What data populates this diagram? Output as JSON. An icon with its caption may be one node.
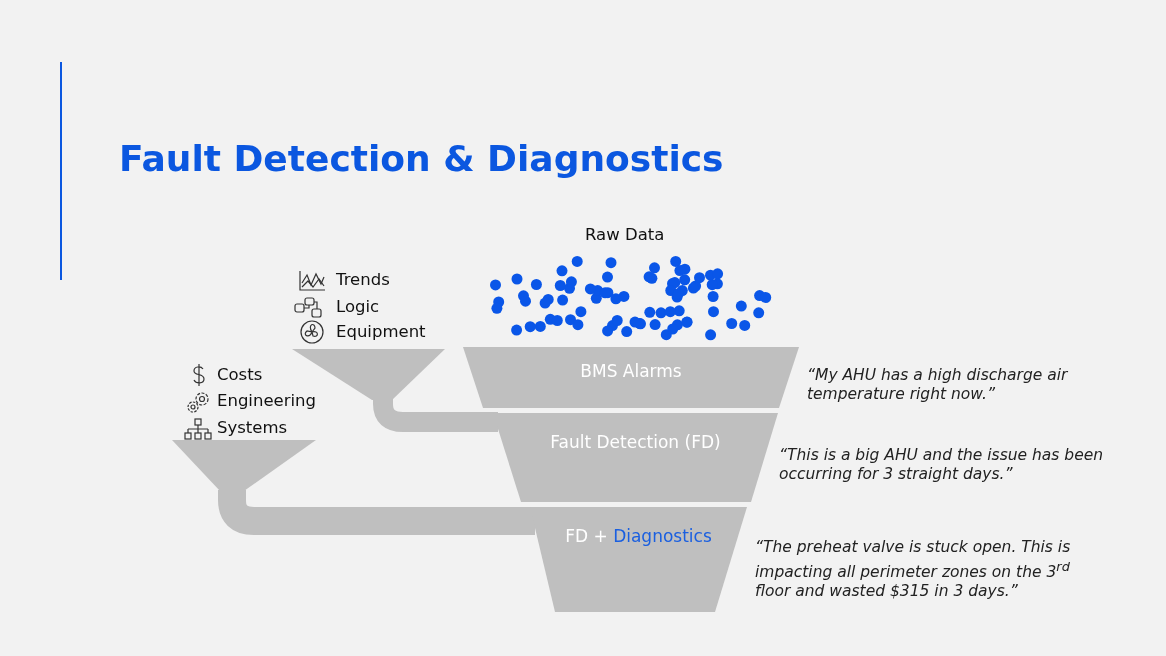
{
  "diagram": {
    "title": "Fault Detection & Diagnostics",
    "nodes": [
      {
        "text": [
          "BMS Alarms"
        ],
        "beside": [
          "“My AHU has a high discharge air temperature right now.”"
        ]
      },
      {
        "text": [
          "Fault Detection (FD)"
        ],
        "beside": [
          "“This is a big AHU and the issue has been occurring for 3 straight days.”"
        ]
      },
      {
        "text": [
          "FD +",
          "Diagnostics"
        ],
        "beside": [
          "“The preheat valve is stuck open. This is impacting all perimeter zones on the 3$^{rd}$ floor and wasted $315 in 3 days.”"
        ]
      },
      {
        "text": [],
        "shape": "funnel"
      },
      {
        "text": [],
        "shape": "funnel"
      }
    ],
    "edges": [
      {
        "from": 3,
        "to": 1,
        "arrow": "none"
      },
      {
        "from": 4,
        "to": 2,
        "arrow": "none"
      }
    ],
    "labels": [
      "Raw Data",
      "Trends",
      "Logic",
      "Equipment",
      "Costs",
      "Engineering",
      "Systems"
    ]
  }
}
